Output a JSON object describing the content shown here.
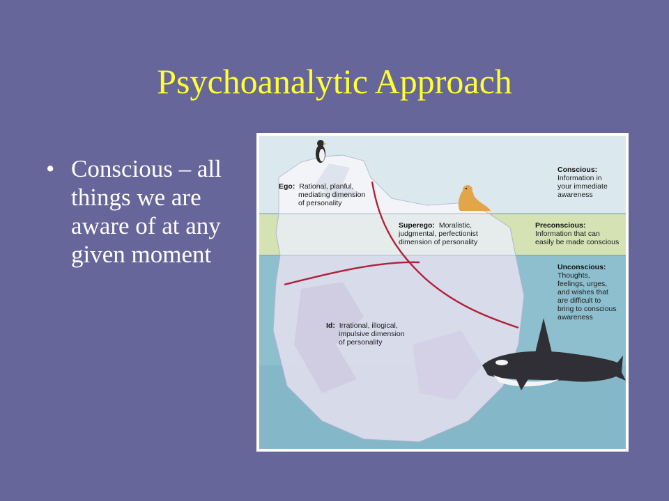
{
  "slide": {
    "title": "Psychoanalytic Approach",
    "bullets": [
      "Conscious – all things we are aware of at any given moment"
    ]
  },
  "diagram": {
    "colors": {
      "sky": "#dbe9ee",
      "preconscious_band": "#d4e2b4",
      "water": "#8dbfce",
      "ice": "#eceaf4",
      "divider": "#b3203a"
    },
    "layers": [
      {
        "title": "Conscious:",
        "lines": [
          "Information in",
          "your immediate",
          "awareness"
        ]
      },
      {
        "title": "Preconscious:",
        "lines": [
          "Information that can",
          "easily be made conscious"
        ]
      },
      {
        "title": "Unconscious:",
        "lines": [
          "Thoughts,",
          "feelings, urges,",
          "and wishes that",
          "are difficult to",
          "bring to conscious",
          "awareness"
        ]
      }
    ],
    "structures": [
      {
        "title": "Ego:",
        "first": "Rational, planful,",
        "lines": [
          "mediating dimension",
          "of personality"
        ]
      },
      {
        "title": "Superego:",
        "first": "Moralistic,",
        "lines": [
          "judgmental, perfectionist",
          "dimension of personality"
        ]
      },
      {
        "title": "Id:",
        "first": "Irrational, illogical,",
        "lines": [
          "impulsive dimension",
          "of personality"
        ]
      }
    ],
    "animals": [
      "penguin-icon",
      "seal-icon",
      "orca-icon"
    ]
  }
}
